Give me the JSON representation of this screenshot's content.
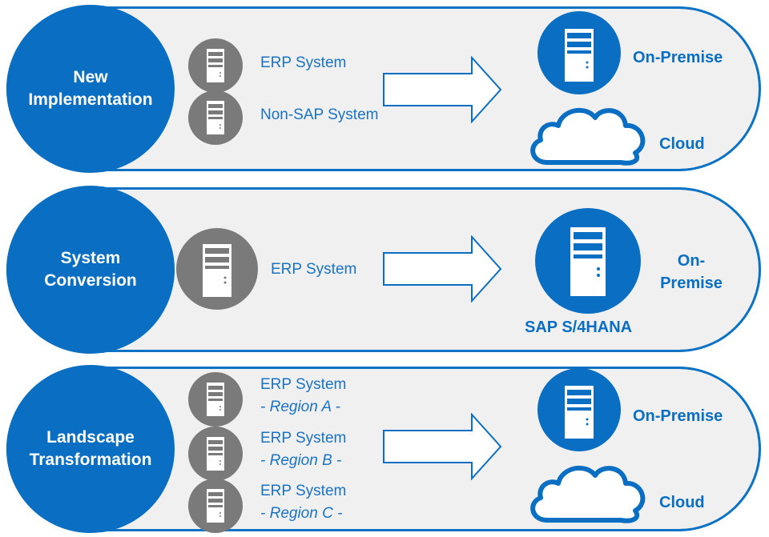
{
  "colors": {
    "primary": "#0a6fc2",
    "band_border": "#0b72c4",
    "band_fill": "#f0f0f1",
    "server_grey": "#7a7a7a",
    "text_blue": "#1a73c2"
  },
  "rows": [
    {
      "title_line1": "New",
      "title_line2": "Implementation",
      "sources": [
        {
          "name": "ERP System"
        },
        {
          "name": "Non-SAP System"
        }
      ],
      "targets": {
        "on_premise": "On-Premise",
        "cloud": "Cloud"
      }
    },
    {
      "title_line1": "System",
      "title_line2": "Conversion",
      "sources": [
        {
          "name": "ERP System"
        }
      ],
      "targets": {
        "on_premise_line1": "On-",
        "on_premise_line2": "Premise",
        "product": "SAP S/4HANA"
      }
    },
    {
      "title_line1": "Landscape",
      "title_line2": "Transformation",
      "sources": [
        {
          "name": "ERP System",
          "region": "- Region A -"
        },
        {
          "name": "ERP System",
          "region": "- Region B -"
        },
        {
          "name": "ERP System",
          "region": "- Region C -"
        }
      ],
      "targets": {
        "on_premise": "On-Premise",
        "cloud": "Cloud"
      }
    }
  ],
  "icons": {
    "source": "server-icon",
    "target": "server-icon",
    "cloud": "cloud-icon",
    "arrow": "arrow-right-icon"
  }
}
